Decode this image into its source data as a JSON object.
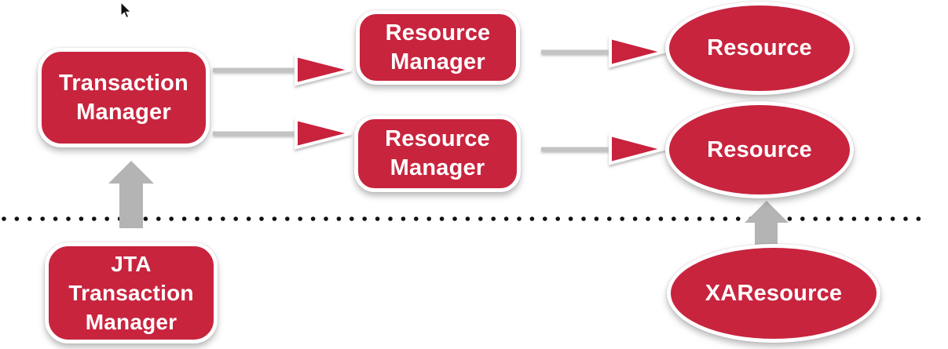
{
  "diagram": {
    "description": "JTA distributed transaction architecture diagram",
    "nodes": {
      "transaction_manager": {
        "label": "Transaction Manager",
        "line1": "Transaction",
        "line2": "Manager",
        "shape": "rounded-rect"
      },
      "resource_manager_top": {
        "label": "Resource Manager",
        "line1": "Resource",
        "line2": "Manager",
        "shape": "rounded-rect"
      },
      "resource_manager_bottom": {
        "label": "Resource Manager",
        "line1": "Resource",
        "line2": "Manager",
        "shape": "rounded-rect"
      },
      "resource_top": {
        "label": "Resource",
        "shape": "ellipse"
      },
      "resource_bottom": {
        "label": "Resource",
        "shape": "ellipse"
      },
      "jta_transaction_manager": {
        "label": "JTA Transaction Manager",
        "line1": "JTA",
        "line2": "Transaction",
        "line3": "Manager",
        "shape": "rounded-rect"
      },
      "xa_resource": {
        "label": "XAResource",
        "shape": "ellipse"
      }
    },
    "connections": [
      {
        "from": "Transaction Manager",
        "to": "Resource Manager (top)",
        "type": "thin-arrow-right"
      },
      {
        "from": "Transaction Manager",
        "to": "Resource Manager (bottom)",
        "type": "thin-arrow-right"
      },
      {
        "from": "Resource Manager (top)",
        "to": "Resource (top)",
        "type": "thin-arrow-right"
      },
      {
        "from": "Resource Manager (bottom)",
        "to": "Resource (bottom)",
        "type": "thin-arrow-right"
      },
      {
        "from": "JTA Transaction Manager",
        "to": "Transaction Manager",
        "type": "block-arrow-up"
      },
      {
        "from": "XAResource",
        "to": "Resource (bottom)",
        "type": "block-arrow-up"
      }
    ],
    "separator": {
      "type": "dotted-line",
      "orientation": "horizontal"
    },
    "colors": {
      "node_red": "#C8243E",
      "node_border_white": "#FFFFFF",
      "block_arrow_gray": "#B4B4B4",
      "connector_gray": "#C3C3C3",
      "dot_black": "#111111",
      "text_white": "#FFFFFF",
      "background": "#FFFFFF"
    }
  }
}
